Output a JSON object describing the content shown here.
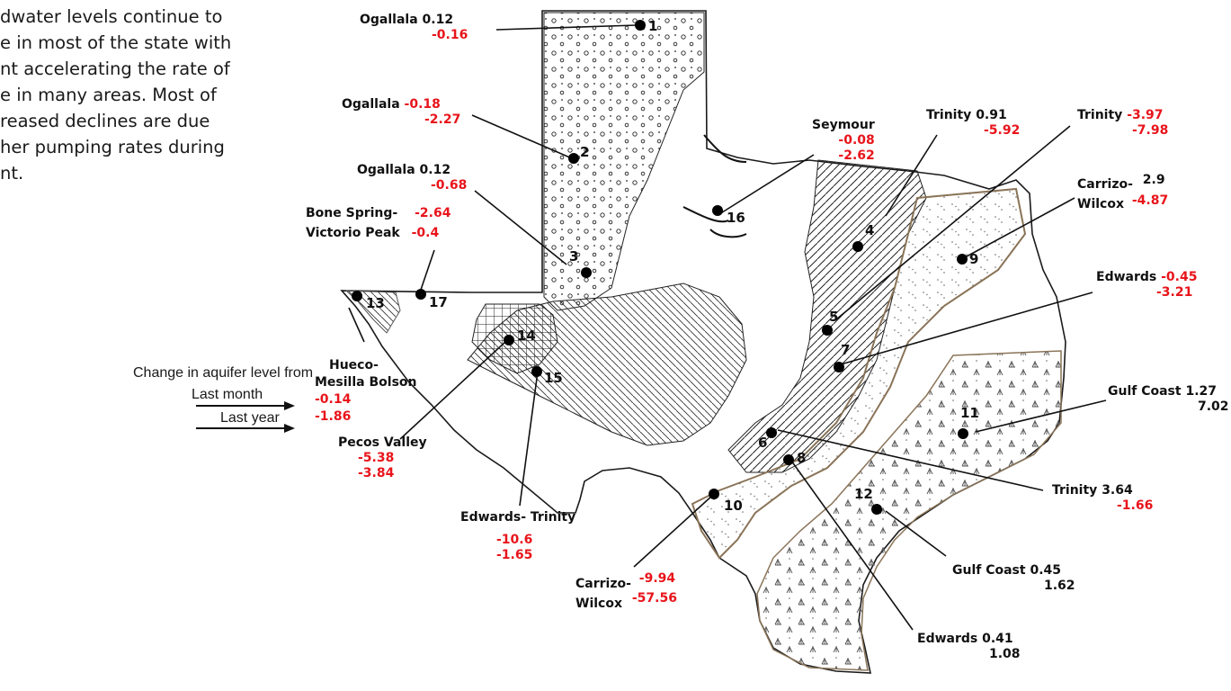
{
  "intro_lines": [
    "dwater levels continue to",
    "e in most of the state with",
    "nt accelerating the rate of",
    "e in many areas. Most of",
    "reased declines are due",
    "her pumping rates during",
    "nt."
  ],
  "legend": {
    "title": "Change in aquifer level from",
    "row1": "Last month",
    "row2": "Last year"
  },
  "stations": [
    {
      "id": "1",
      "name": "Ogallala",
      "month": "0.12",
      "year": "-0.16"
    },
    {
      "id": "2",
      "name": "Ogallala",
      "month": "-0.18",
      "year": "-2.27"
    },
    {
      "id": "3",
      "name": "Ogallala",
      "month": "0.12",
      "year": "-0.68"
    },
    {
      "id": "4",
      "name": "Trinity",
      "month": "0.91",
      "year": "-5.92"
    },
    {
      "id": "5",
      "name": "Trinity",
      "month": "-3.97",
      "year": "-7.98"
    },
    {
      "id": "6",
      "name": "Trinity",
      "month": "3.64",
      "year": "-1.66"
    },
    {
      "id": "7",
      "name": "Edwards",
      "month": "-0.45",
      "year": "-3.21"
    },
    {
      "id": "8",
      "name": "Edwards",
      "month": "0.41",
      "year": "1.08"
    },
    {
      "id": "9",
      "name_line1": "Carrizo-",
      "name_line2": "Wilcox",
      "month": "2.9",
      "year": "-4.87"
    },
    {
      "id": "10",
      "name_line1": "Carrizo-",
      "name_line2": "Wilcox",
      "month": "-9.94",
      "year": "-57.56"
    },
    {
      "id": "11",
      "name": "Gulf Coast",
      "month": "1.27",
      "year": "7.02"
    },
    {
      "id": "12",
      "name": "Gulf Coast",
      "month": "0.45",
      "year": "1.62"
    },
    {
      "id": "13",
      "name_line1": "Hueco-",
      "name_line2": "Mesilla Bolson",
      "month": "-0.14",
      "year": "-1.86"
    },
    {
      "id": "14",
      "name": "Pecos Valley",
      "month": "-5.38",
      "year": "-3.84"
    },
    {
      "id": "15",
      "name": "Edwards- Trinity",
      "month": "-10.6",
      "year": "-1.65"
    },
    {
      "id": "16",
      "name": "Seymour",
      "month": "-0.08",
      "year": "-2.62"
    },
    {
      "id": "17",
      "name_line1": "Bone Spring-",
      "name_line2": "Victorio Peak",
      "month": "-2.64",
      "year": "-0.4"
    }
  ],
  "colors": {
    "negative": "#e8141b",
    "positive": "#111111",
    "outline": "#1a1a1a",
    "fringe": "#8a7458"
  }
}
